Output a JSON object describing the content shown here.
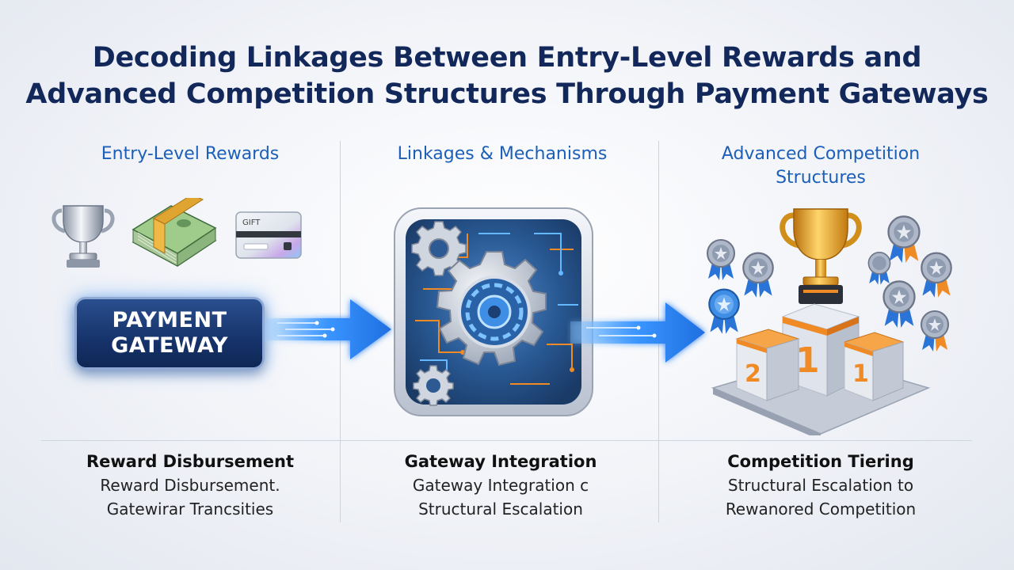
{
  "title": {
    "line1": "Decoding Linkages Between Entry-Level Rewards and",
    "line2": "Advanced Competition Structures Through Payment Gateways"
  },
  "columns": [
    {
      "heading_line1": "Entry-Level Rewards",
      "heading_line2": "",
      "caption_title": "Reward Disbursement",
      "caption_line1": "Reward Disbursement.",
      "caption_line2": "Gatewirar Trancsities"
    },
    {
      "heading_line1": "Linkages & Mechanisms",
      "heading_line2": "",
      "caption_title": "Gateway Integration",
      "caption_line1": "Gateway Integration c",
      "caption_line2": "Structural Escalation"
    },
    {
      "heading_line1": "Advanced Competition",
      "heading_line2": "Structures",
      "caption_title": "Competition Tiering",
      "caption_line1": "Structural Escalation to",
      "caption_line2": "Rewanored Competition"
    }
  ],
  "gateway": {
    "line1": "PAYMENT",
    "line2": "GATEWAY"
  },
  "gift_card": {
    "label": "GIFT"
  },
  "podium": {
    "left": "2",
    "center": "1",
    "right": "1"
  },
  "colors": {
    "title": "#13285a",
    "heading": "#1c5fb8",
    "gateway": "#16336b",
    "arrow": "#2f8dff",
    "trophy_gold": "#e3a21a",
    "podium_orange": "#f08a24"
  },
  "icons": [
    "trophy-icon",
    "cash-stack-icon",
    "gift-card-icon",
    "arrow-icon",
    "gear-icon",
    "circuit-board-icon",
    "medal-icon",
    "podium-icon"
  ]
}
